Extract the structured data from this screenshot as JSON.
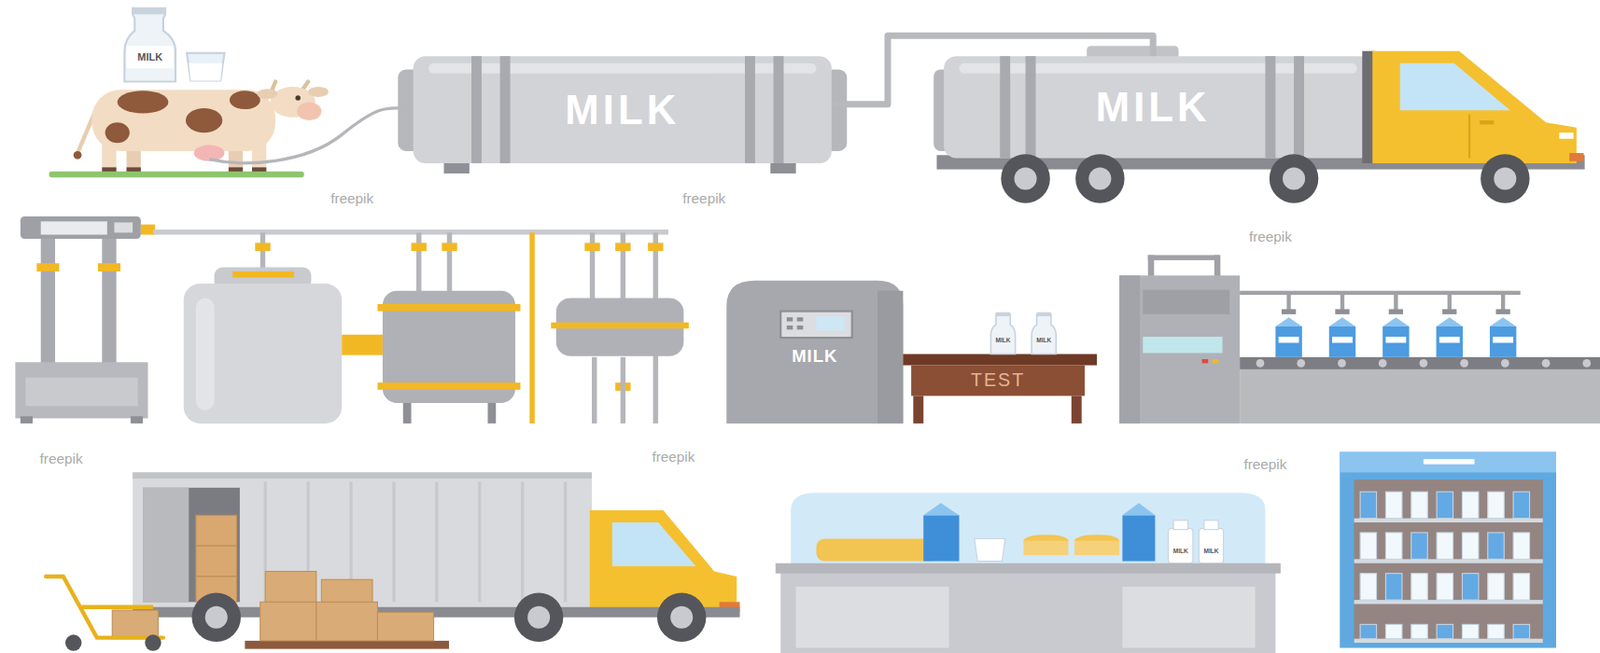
{
  "diagram": {
    "nodes": [
      {
        "text": [
          "MILK"
        ]
      },
      {
        "text": [
          "MILK"
        ]
      },
      {
        "text": [
          "MILK"
        ]
      },
      {
        "text": [
          "TEST"
        ]
      }
    ],
    "edges": [
      {
        "from": 0,
        "to": 1,
        "arrow": "none"
      }
    ],
    "labels": [
      "MILK",
      "MILK",
      "MILK",
      "MILK",
      "MILK",
      "freepik",
      "freepik",
      "freepik",
      "freepik",
      "freepik",
      "freepik"
    ]
  }
}
